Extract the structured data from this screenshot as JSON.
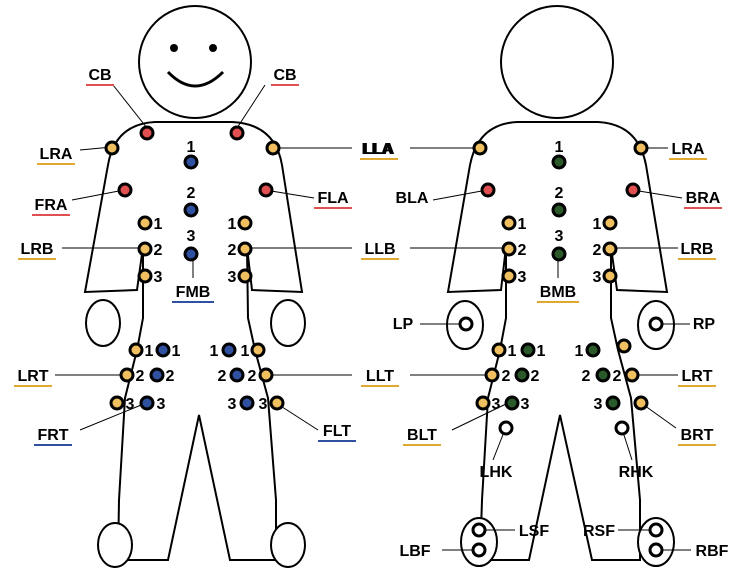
{
  "colors": {
    "outline": "#000000",
    "background": "#ffffff",
    "sensor_red": "#e05050",
    "sensor_yellow": "#f0c060",
    "sensor_blue": "#3050a0",
    "sensor_green": "#2a5a2a",
    "sensor_white": "#ffffff",
    "underline_red": "#e05050",
    "underline_yellow": "#e0a830",
    "underline_blue": "#3050a0"
  },
  "front": {
    "labels": {
      "cb_left": "CB",
      "cb_right": "CB",
      "lra": "LRA",
      "lla": "LLA",
      "fra": "FRA",
      "fla": "FLA",
      "lrb": "LRB",
      "llb": "LLB",
      "fmb": "FMB",
      "lrt": "LRT",
      "llt": "LLT",
      "frt": "FRT",
      "flt": "FLT"
    },
    "numbers": [
      "1",
      "2",
      "3"
    ]
  },
  "back": {
    "labels": {
      "lla": "LLA",
      "lra": "LRA",
      "bla": "BLA",
      "bra": "BRA",
      "llb": "LLB",
      "lrb": "LRB",
      "bmb": "BMB",
      "lp": "LP",
      "rp": "RP",
      "llt": "LLT",
      "lrt": "LRT",
      "blt": "BLT",
      "brt": "BRT",
      "lhk": "LHK",
      "rhk": "RHK",
      "lsf": "LSF",
      "rsf": "RSF",
      "lbf": "LBF",
      "rbf": "RBF"
    },
    "numbers": [
      "1",
      "2",
      "3"
    ]
  }
}
